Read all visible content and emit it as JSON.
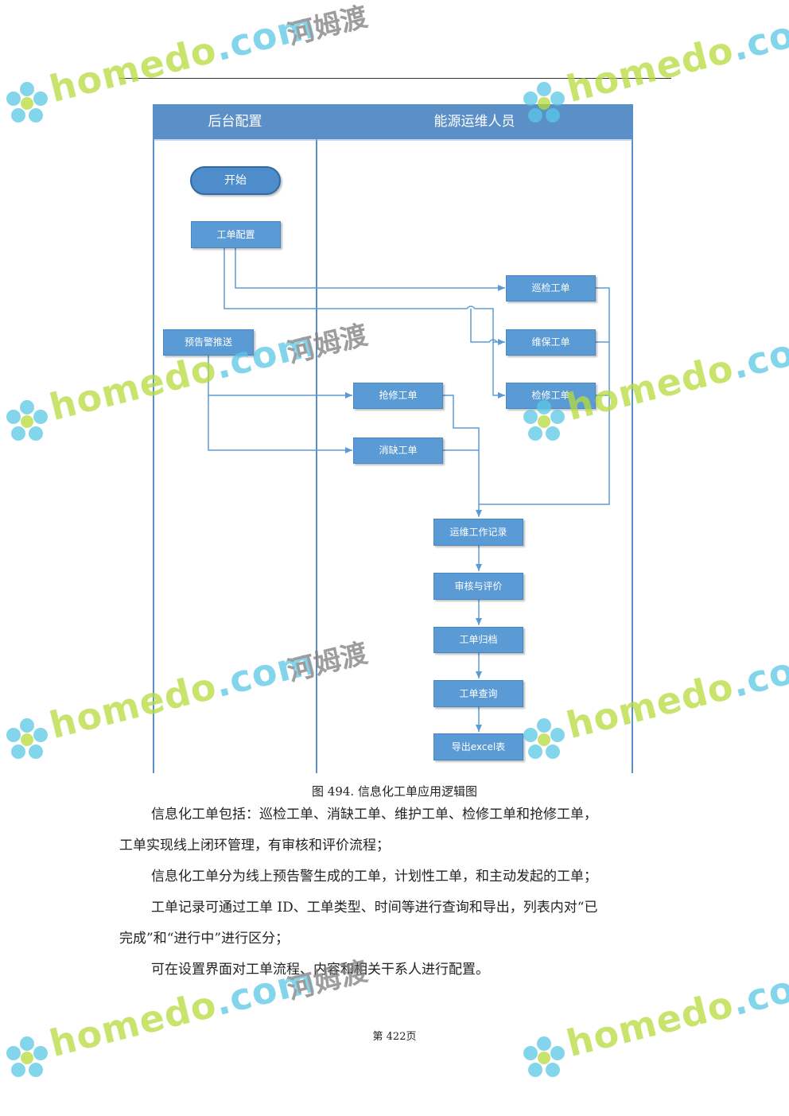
{
  "diagram": {
    "lanes": [
      "后台配置",
      "能源运维人员"
    ],
    "nodes": {
      "start": "开始",
      "config": "工单配置",
      "alert": "预告警推送",
      "patrol": "巡检工单",
      "maintain": "维保工单",
      "overhaul": "检修工单",
      "repair": "抢修工单",
      "defect": "消缺工单",
      "record": "运维工作记录",
      "review": "审核与评价",
      "archive": "工单归档",
      "query": "工单查询",
      "export": "导出excel表"
    },
    "colors": {
      "header": "#5b8fc7",
      "node": "#5b9bd5",
      "line": "#5b9bd5"
    }
  },
  "caption": "图 494.   信息化工单应用逻辑图",
  "paragraphs": {
    "p1a": "信息化工单包括：巡检工单、消缺工单、维护工单、检修工单和抢修工单，",
    "p1b": "工单实现线上闭环管理，有审核和评价流程；",
    "p2": "信息化工单分为线上预告警生成的工单，计划性工单，和主动发起的工单；",
    "p3a": "工单记录可通过工单 ID、工单类型、时间等进行查询和导出，列表内对“已",
    "p3b": "完成”和“进行中”进行区分；",
    "p4": "可在设置界面对工单流程、内容和相关干系人进行配置。"
  },
  "page_number": "第 422页",
  "watermark": {
    "brand": "homedo",
    "tld": ".com",
    "cn": "河姆渡"
  }
}
